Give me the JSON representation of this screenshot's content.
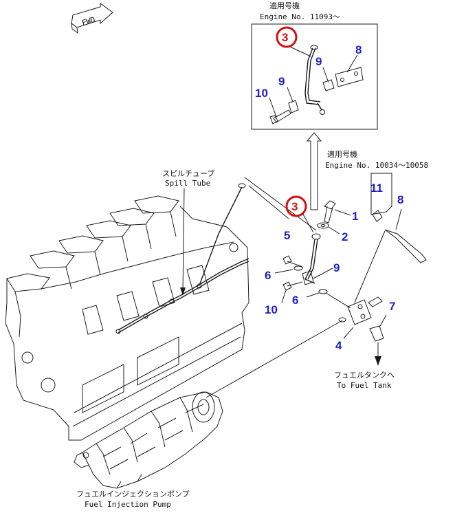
{
  "fwd": "FWD",
  "inset": {
    "title_jp": "適用号機",
    "engine_no": "Engine No. 11093～",
    "labels": [
      "3",
      "8",
      "9",
      "9",
      "10"
    ]
  },
  "serial_range": {
    "title_jp": "適用号機",
    "engine_no": "Engine No. 10034～10058"
  },
  "spill_tube": {
    "jp": "スピルチューブ",
    "en": "Spill Tube"
  },
  "fuel_tank": {
    "jp": "フュエルタンクへ",
    "en": "To Fuel Tank"
  },
  "pump": {
    "jp": "フュエルインジェクションポンプ",
    "en": "Fuel Injection Pump"
  },
  "callouts": [
    "3",
    "1",
    "2",
    "8",
    "11",
    "5",
    "6",
    "9",
    "10",
    "6",
    "7",
    "4"
  ],
  "colors": {
    "callout_blue": "#1e1ec8",
    "callout_red": "#d01010"
  }
}
